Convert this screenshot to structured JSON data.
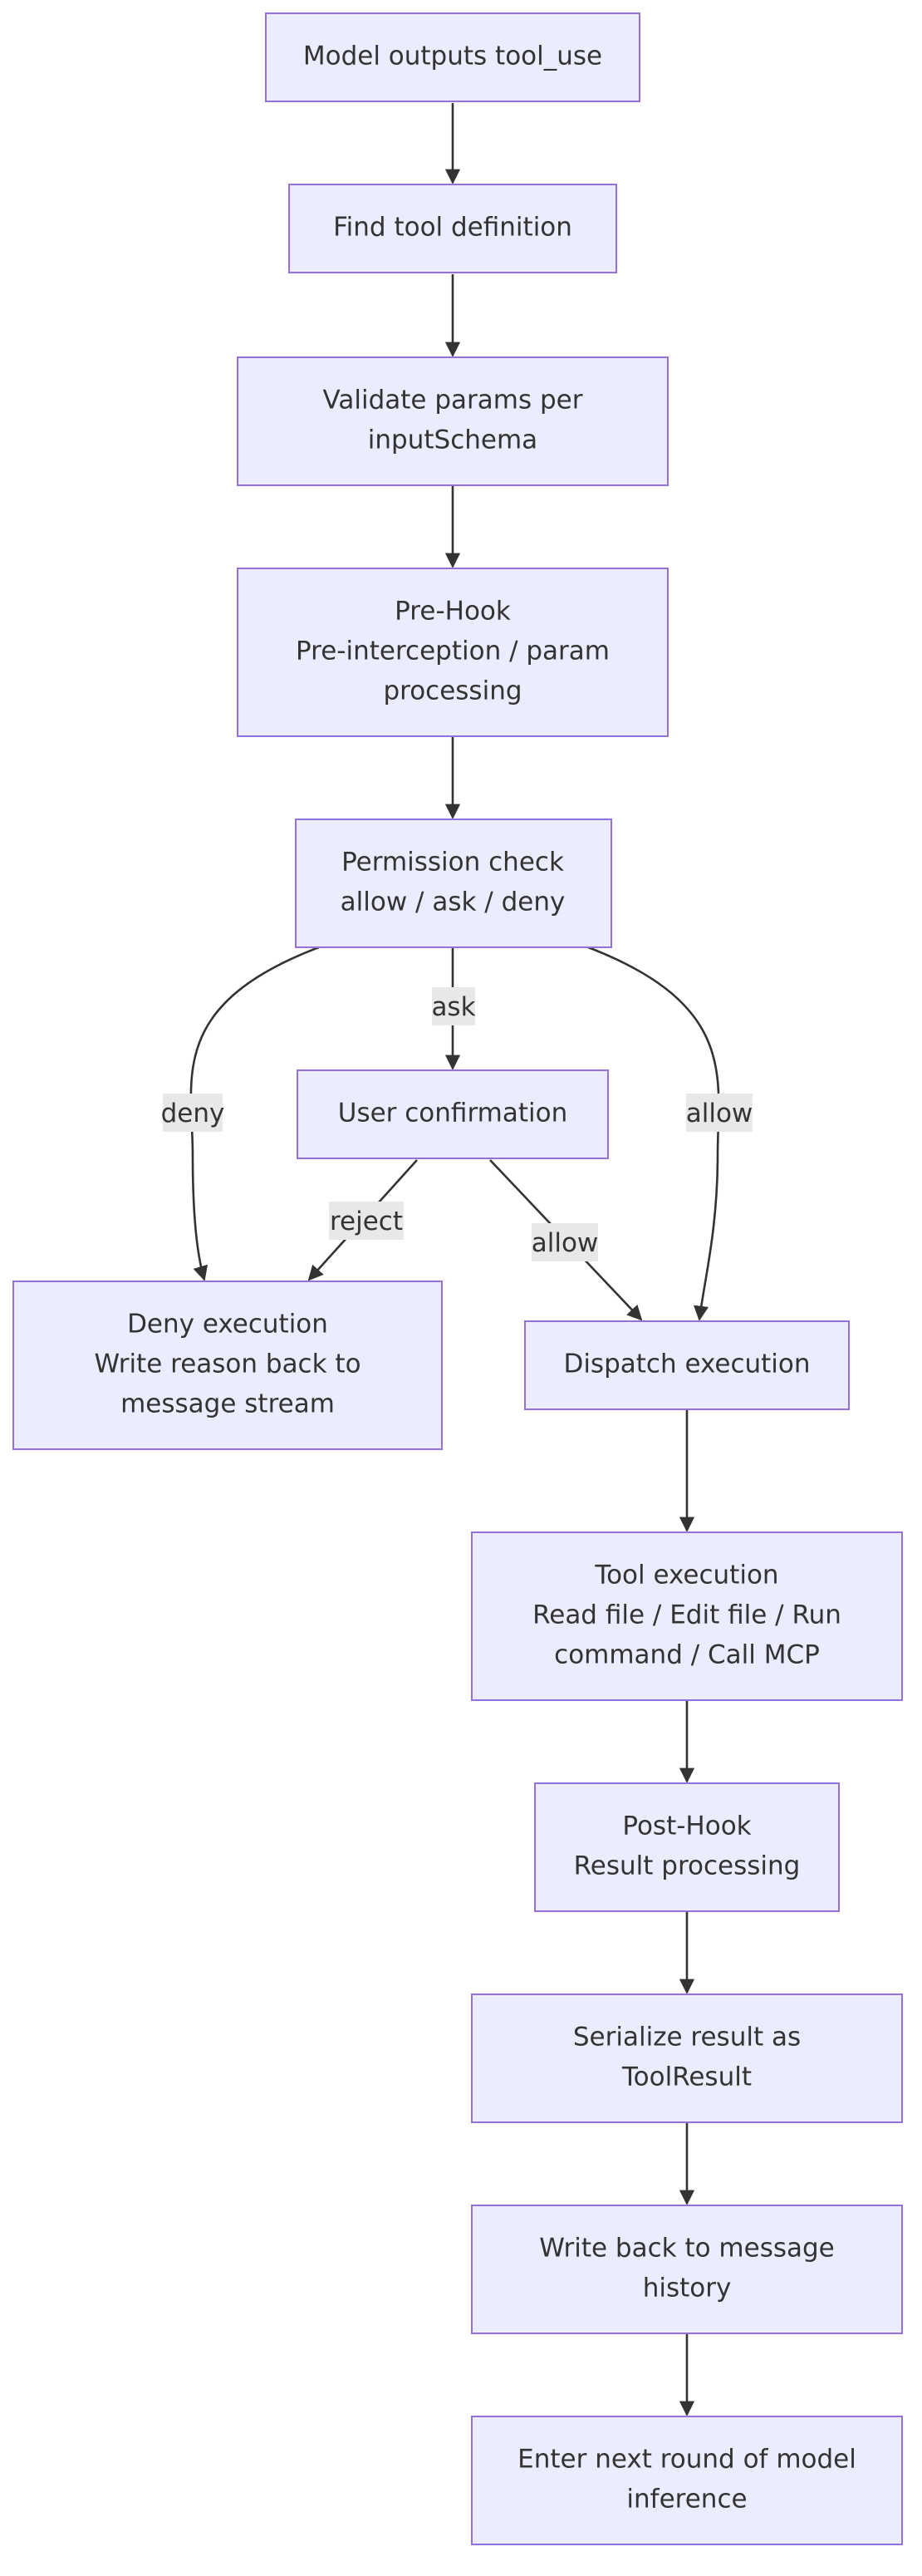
{
  "nodes": {
    "n1": [
      "Model outputs tool_use"
    ],
    "n2": [
      "Find tool definition"
    ],
    "n3": [
      "Validate params per",
      "inputSchema"
    ],
    "n4": [
      "Pre-Hook",
      "Pre-interception / param",
      "processing"
    ],
    "n5": [
      "Permission check",
      "allow / ask / deny"
    ],
    "n6": [
      "User confirmation"
    ],
    "n7": [
      "Deny execution",
      "Write reason back to",
      "message stream"
    ],
    "n8": [
      "Dispatch execution"
    ],
    "n9": [
      "Tool execution",
      "Read file / Edit file / Run",
      "command / Call MCP"
    ],
    "n10": [
      "Post-Hook",
      "Result processing"
    ],
    "n11": [
      "Serialize result as",
      "ToolResult"
    ],
    "n12": [
      "Write back to message",
      "history"
    ],
    "n13": [
      "Enter next round of model",
      "inference"
    ]
  },
  "edge_labels": {
    "ask": "ask",
    "deny": "deny",
    "allow": "allow",
    "reject": "reject",
    "allow2": "allow"
  },
  "colors": {
    "node_fill": "#ECECFF",
    "node_stroke": "#9370DB",
    "edge": "#333333",
    "label_bg": "#e8e8e8"
  }
}
